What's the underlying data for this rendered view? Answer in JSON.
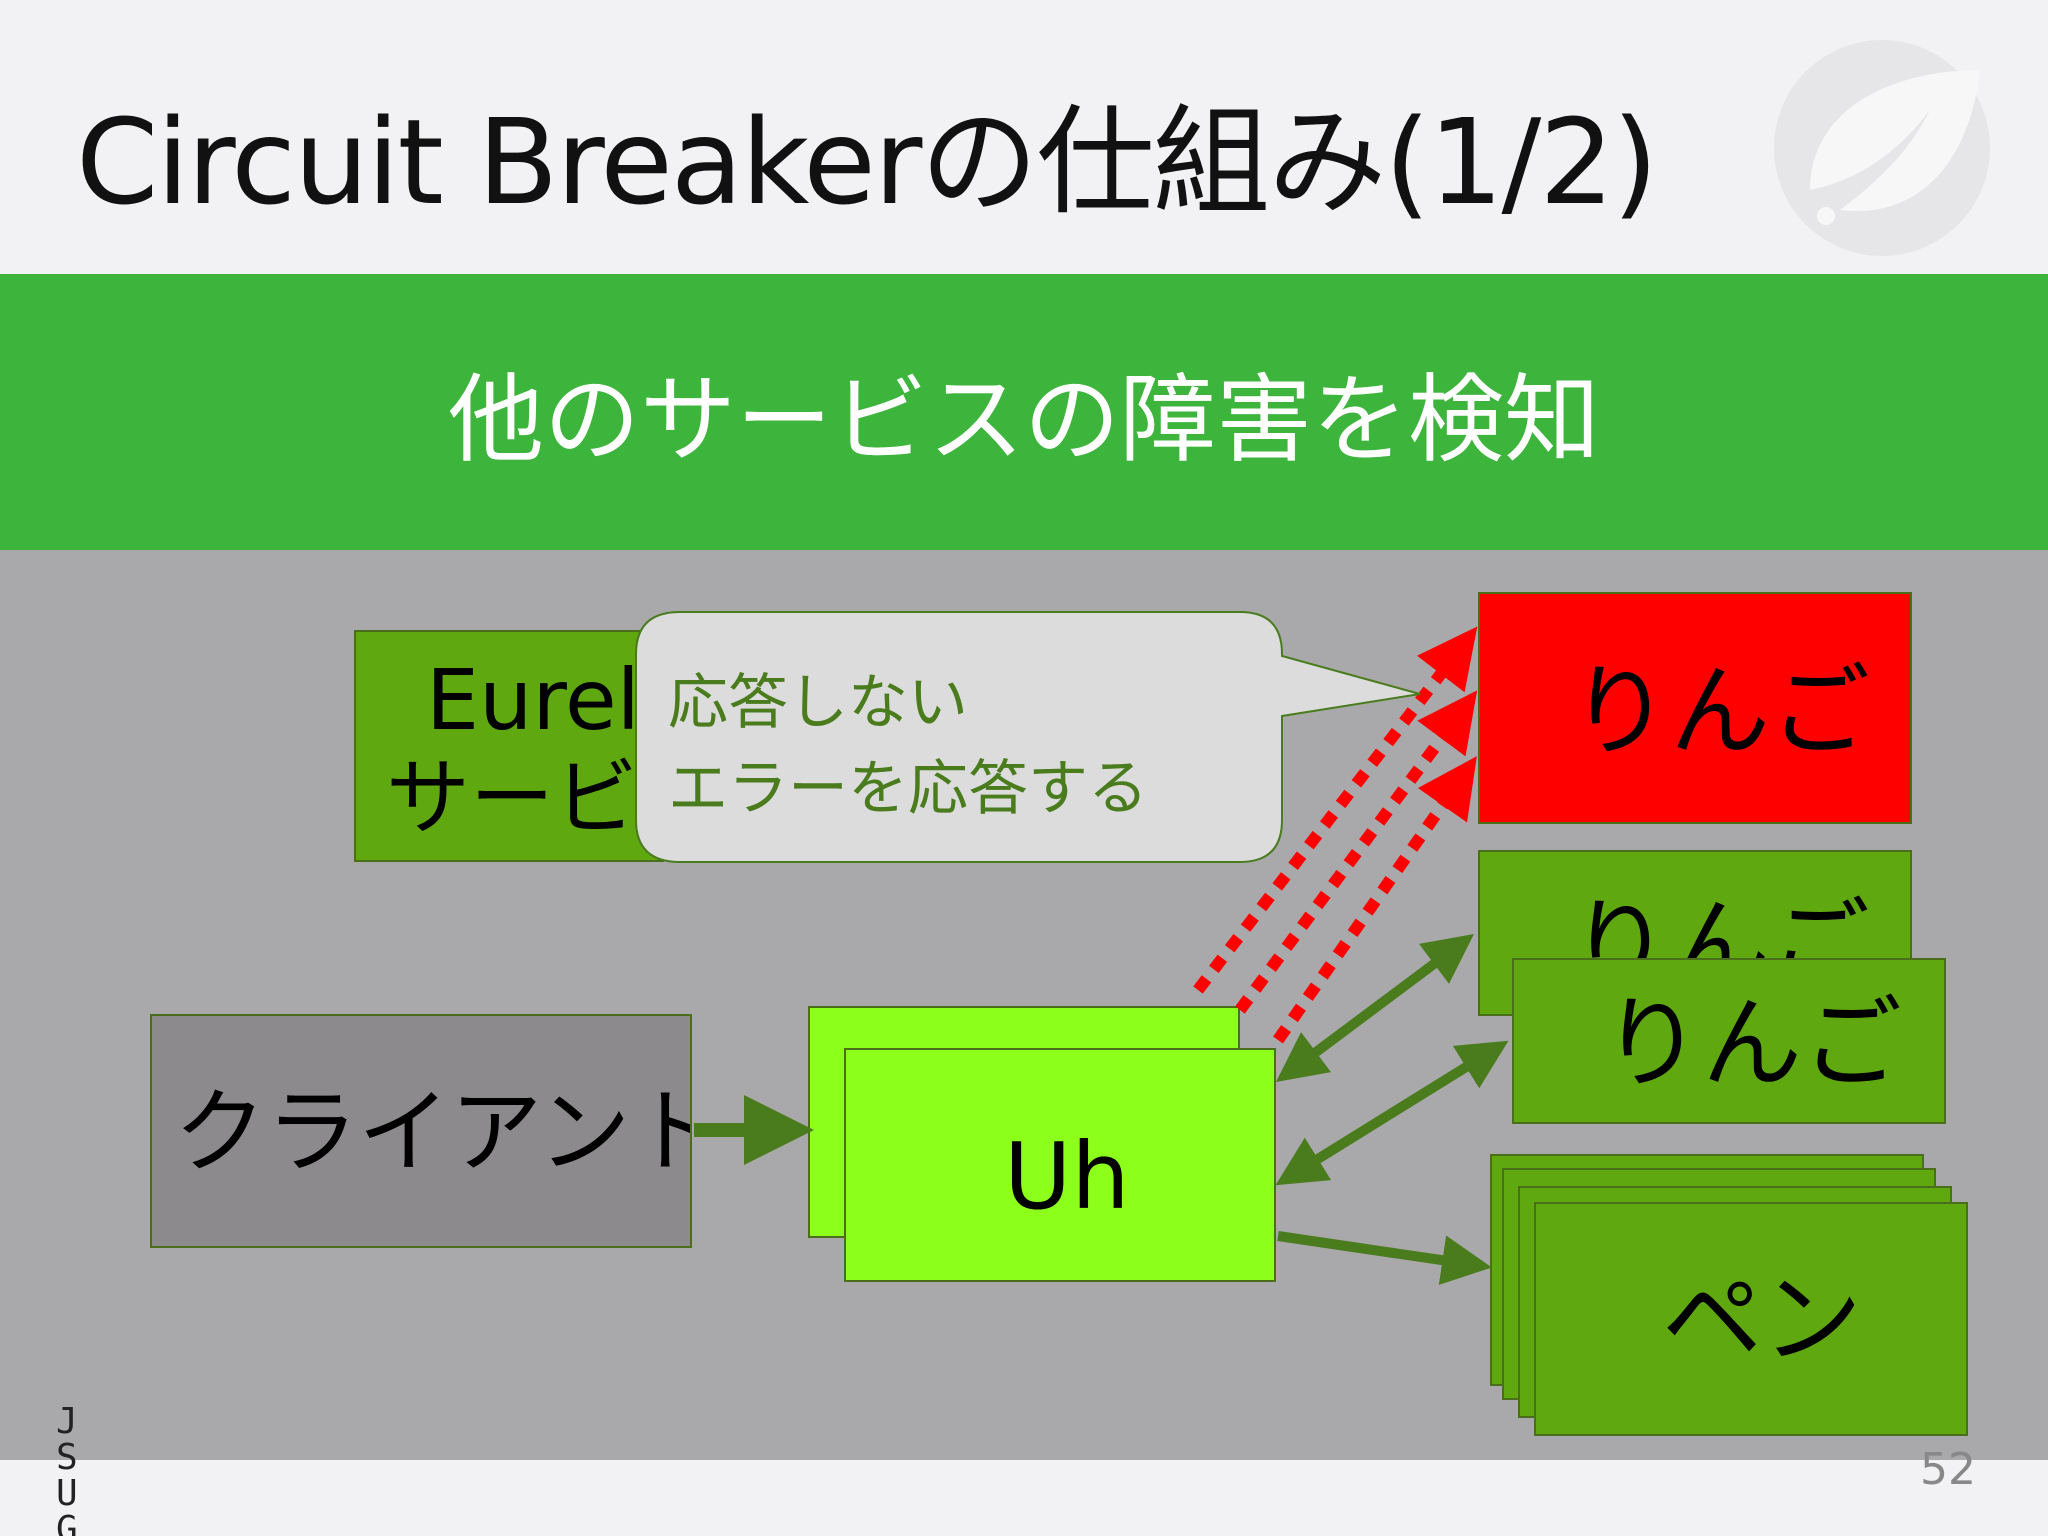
{
  "slide": {
    "title": "Circuit Breakerの仕組み(1/2)",
    "subtitle": "他のサービスの障害を検知",
    "page_number": "52",
    "footer_logo": {
      "line1": "J S",
      "line2": "U G"
    }
  },
  "diagram": {
    "eureka_box": {
      "line1": "Eurel",
      "line2": "サービ"
    },
    "callout": {
      "line1": "応答しない",
      "line2": "エラーを応答する"
    },
    "client_box": "クライアント",
    "uh_box": "Uh",
    "ringo_failed": "りんご",
    "ringo_back": "りんご",
    "ringo_front": "りんご",
    "pen_box": "ペン"
  },
  "colors": {
    "band": "#3db53d",
    "panel": "#a9a8aa",
    "service_green": "#5fa80f",
    "uh_green": "#8cff1a",
    "failed_red": "#ff0000",
    "client_gray": "#8c8a8c",
    "callout_fill": "#dcdcdc",
    "arrow_green": "#4a7c1e",
    "failure_arrow": "#ff0000"
  },
  "icons": {
    "leaf_logo": "spring-leaf-icon"
  }
}
